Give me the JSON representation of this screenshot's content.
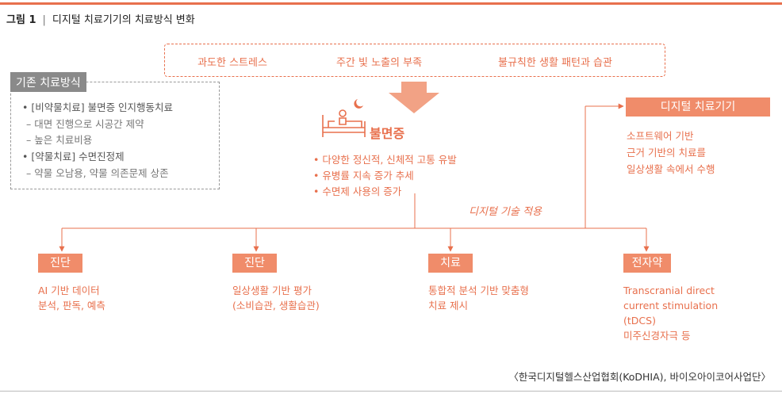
{
  "figure": {
    "label": "그림 1",
    "separator": "|",
    "title": "디지털 치료기기의 치료방식 변화"
  },
  "causes": [
    "과도한 스트레스",
    "주간 빛 노출의 부족",
    "불규칙한 생활 패턴과 습관"
  ],
  "traditional": {
    "title": "기존 치료방식",
    "lines": [
      {
        "kind": "bullet",
        "text": "• [비약물치료] 불면증 인지행동치료"
      },
      {
        "kind": "sub",
        "text": "– 대면 진행으로 시공간 제약"
      },
      {
        "kind": "sub",
        "text": "– 높은 치료비용"
      },
      {
        "kind": "bullet",
        "text": "• [약물치료] 수면진정제"
      },
      {
        "kind": "sub",
        "text": "– 약물 오남용, 약물 의존문제 상존"
      }
    ]
  },
  "insomnia": {
    "title": "불면증",
    "items": [
      "• 다양한 정신적, 신체적 고통 유발",
      "• 유병률 지속 증가 추세",
      "• 수면제 사용의 증가"
    ]
  },
  "digital_tech": "디지털 기술 적용",
  "dtx": {
    "title": "디지털 치료기기",
    "lines": [
      "소프트웨어 기반",
      "근거 기반의 치료를",
      "일상생활 속에서 수행"
    ]
  },
  "branches": [
    {
      "badge": "진단",
      "lines": [
        "AI 기반 데이터",
        "분석, 판독, 예측"
      ]
    },
    {
      "badge": "진단",
      "lines": [
        "일상생활 기반 평가",
        "(소비습관, 생활습관)"
      ]
    },
    {
      "badge": "치료",
      "lines": [
        "통합적 분석 기반 맞춤형",
        "치료 제시"
      ]
    },
    {
      "badge": "전자약",
      "lines": [
        "Transcranial direct",
        "current stimulation",
        "(tDCS)",
        "미주신경자극 등"
      ]
    }
  ],
  "source": "〈한국디지털헬스산업협회(KoDHIA), 바이오아이코어사업단〉",
  "colors": {
    "accent": "#e8704d",
    "badge": "#f08c6a",
    "gray_badge": "#8a8a8a"
  }
}
